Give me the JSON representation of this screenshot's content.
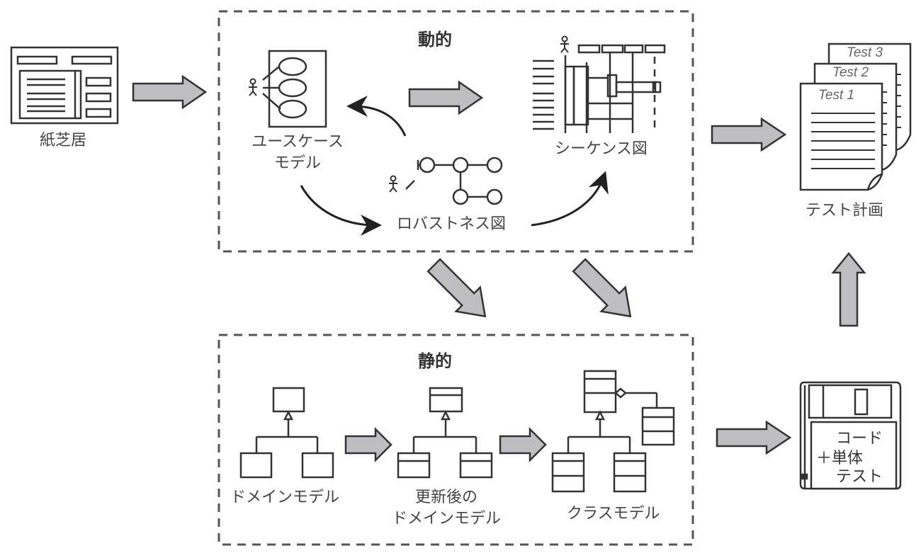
{
  "groups": {
    "dynamic": {
      "title": "動的"
    },
    "static": {
      "title": "静的"
    }
  },
  "nodes": {
    "paper_prototype": {
      "label": "紙芝居"
    },
    "usecase_model": {
      "label_line1": "ユースケース",
      "label_line2": "モデル"
    },
    "robustness_diagram": {
      "label": "ロバストネス図"
    },
    "sequence_diagram": {
      "label": "シーケンス図"
    },
    "test_plan": {
      "label": "テスト計画",
      "sheets": [
        "Test 1",
        "Test 2",
        "Test 3"
      ]
    },
    "domain_model": {
      "label": "ドメインモデル"
    },
    "updated_domain_model": {
      "label_line1": "更新後の",
      "label_line2": "ドメインモデル"
    },
    "class_model": {
      "label": "クラスモデル"
    },
    "code_unit_test": {
      "line1": "コード",
      "line2": "＋単体",
      "line3": "テスト"
    }
  },
  "colors": {
    "arrow_fill": "#bdbdc2",
    "stroke": "#333333",
    "dash": "#555555"
  }
}
